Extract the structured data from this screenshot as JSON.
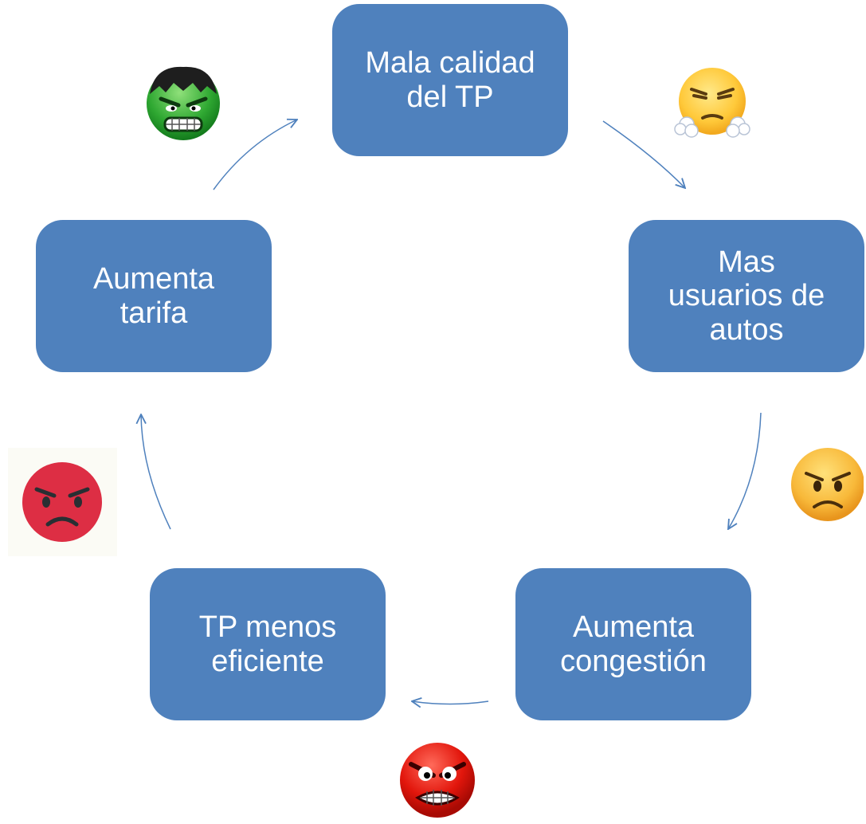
{
  "cycle": {
    "nodes": [
      {
        "label": "Mala calidad\ndel TP"
      },
      {
        "label": "Mas\nusuarios de\nautos"
      },
      {
        "label": "Aumenta\ncongestión"
      },
      {
        "label": "TP menos\neficiente"
      },
      {
        "label": "Aumenta\ntarifa"
      }
    ],
    "emojis": [
      {
        "icon": "steam-from-nose-face-icon"
      },
      {
        "icon": "angry-face-icon"
      },
      {
        "icon": "red-grimacing-face-icon"
      },
      {
        "icon": "pouting-face-icon"
      },
      {
        "icon": "green-hulk-face-icon"
      }
    ]
  },
  "colors": {
    "node_fill": "#4f81bd",
    "node_text": "#ffffff",
    "arrow": "#4f81bd"
  }
}
